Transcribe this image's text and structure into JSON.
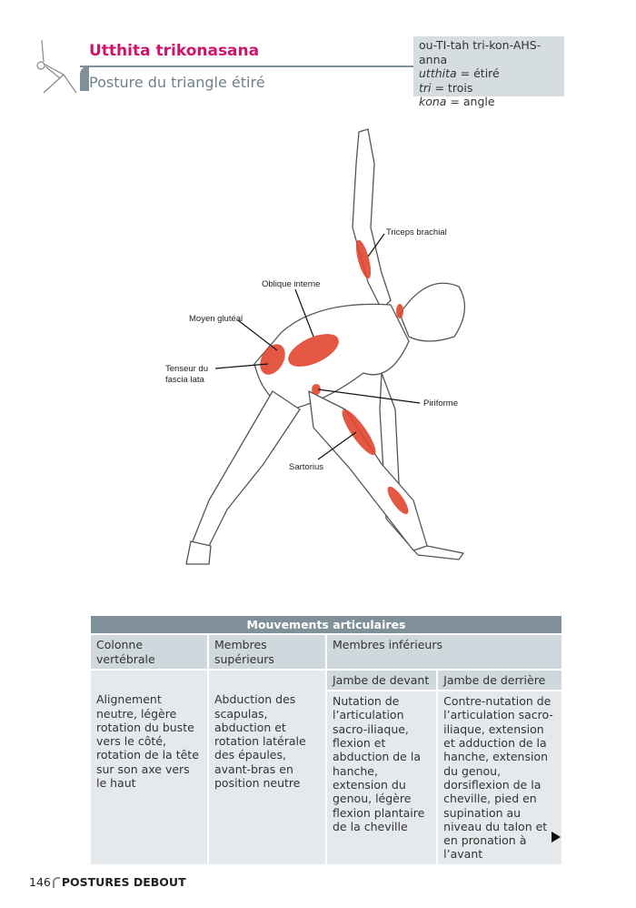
{
  "header": {
    "title": "Utthita trikonasana",
    "subtitle": "Posture du triangle étiré",
    "pronunciation": [
      "ou-TI-tah tri-kon-AHS-anna"
    ],
    "glossary": [
      {
        "term": "utthita",
        "def": " = étiré"
      },
      {
        "term": "tri",
        "def": " = trois"
      },
      {
        "term": "kona",
        "def": " = angle"
      }
    ]
  },
  "labels": {
    "triceps": "Triceps brachial",
    "oblique": "Oblique interne",
    "moyen": "Moyen glutéal",
    "tenseur1": "Tenseur du",
    "tenseur2": "fascia lata",
    "piriforme": "Piriforme",
    "sartorius": "Sartorius"
  },
  "table": {
    "title": "Mouvements articulaires",
    "col1": "Colonne vertébrale",
    "col2": "Membres supérieurs",
    "col3": "Membres inférieurs",
    "sub1": "Jambe de devant",
    "sub2": "Jambe de derrière",
    "c1": "Alignement neutre, légère rotation du buste vers le côté, rotation de la tête sur son axe vers le haut",
    "c2": "Abduction des scapulas, abduction et rotation latérale des épaules, avant-bras en position neutre",
    "c3": "Nutation de l’articulation sacro-iliaque, flexion et abduction de la hanche, extension du genou, légère flexion plantaire de la cheville",
    "c4": "Contre-nutation de l’articulation sacro-iliaque, extension et adduction de la hanche, extension du genou, dorsiflexion de la cheville, pied en supination au niveau du talon et en pronation à l’avant"
  },
  "footer": {
    "page": "146",
    "section": "POSTURES DEBOUT"
  }
}
